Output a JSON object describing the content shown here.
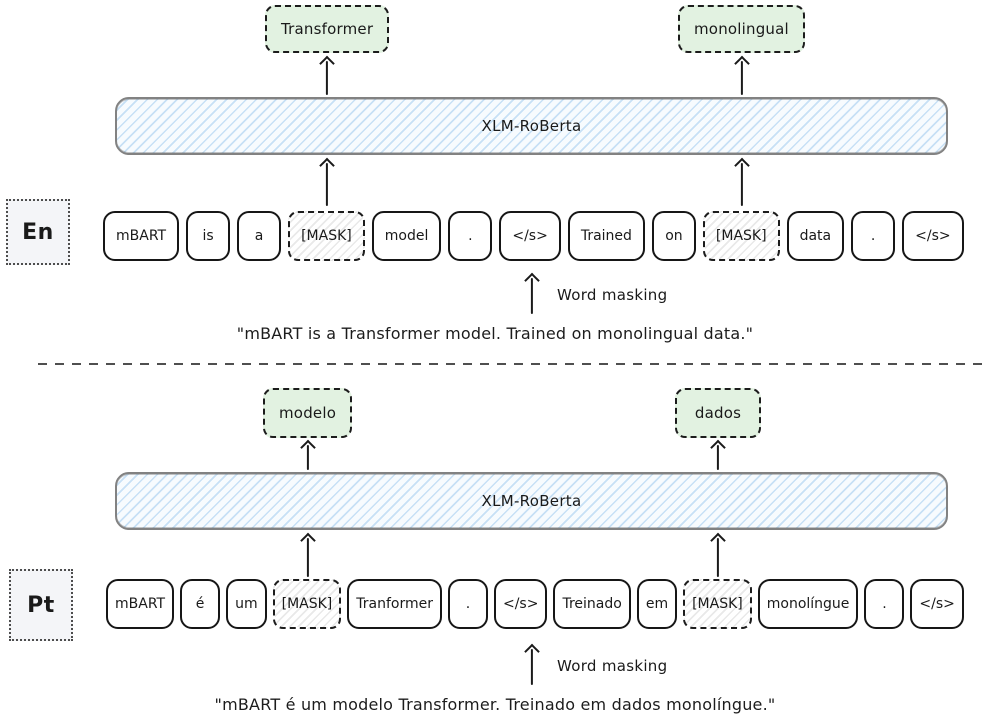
{
  "colors": {
    "prediction_fill": "#e2f2e1",
    "model_fill": "#f7fbfe",
    "model_hatch": "#cfe2f4",
    "ink": "#1a1a1a"
  },
  "sections": [
    {
      "language": "En",
      "model": "XLM-RoBerta",
      "predictions": [
        "Transformer",
        "monolingual"
      ],
      "tokens": [
        {
          "text": "mBART",
          "masked": false
        },
        {
          "text": "is",
          "masked": false
        },
        {
          "text": "a",
          "masked": false
        },
        {
          "text": "[MASK]",
          "masked": true
        },
        {
          "text": "model",
          "masked": false
        },
        {
          "text": ".",
          "masked": false
        },
        {
          "text": "</s>",
          "masked": false
        },
        {
          "text": "Trained",
          "masked": false
        },
        {
          "text": "on",
          "masked": false
        },
        {
          "text": "[MASK]",
          "masked": true
        },
        {
          "text": "data",
          "masked": false
        },
        {
          "text": ".",
          "masked": false
        },
        {
          "text": "</s>",
          "masked": false
        }
      ],
      "masking_label": "Word masking",
      "caption": "\"mBART is a Transformer model. Trained on monolingual data.\""
    },
    {
      "language": "Pt",
      "model": "XLM-RoBerta",
      "predictions": [
        "modelo",
        "dados"
      ],
      "tokens": [
        {
          "text": "mBART",
          "masked": false
        },
        {
          "text": "é",
          "masked": false
        },
        {
          "text": "um",
          "masked": false
        },
        {
          "text": "[MASK]",
          "masked": true
        },
        {
          "text": "Tranformer",
          "masked": false
        },
        {
          "text": ".",
          "masked": false
        },
        {
          "text": "</s>",
          "masked": false
        },
        {
          "text": "Treinado",
          "masked": false
        },
        {
          "text": "em",
          "masked": false
        },
        {
          "text": "[MASK]",
          "masked": true
        },
        {
          "text": "monolíngue",
          "masked": false
        },
        {
          "text": ".",
          "masked": false
        },
        {
          "text": "</s>",
          "masked": false
        }
      ],
      "masking_label": "Word masking",
      "caption": "\"mBART é um modelo Transformer. Treinado em dados monolíngue.\""
    }
  ]
}
